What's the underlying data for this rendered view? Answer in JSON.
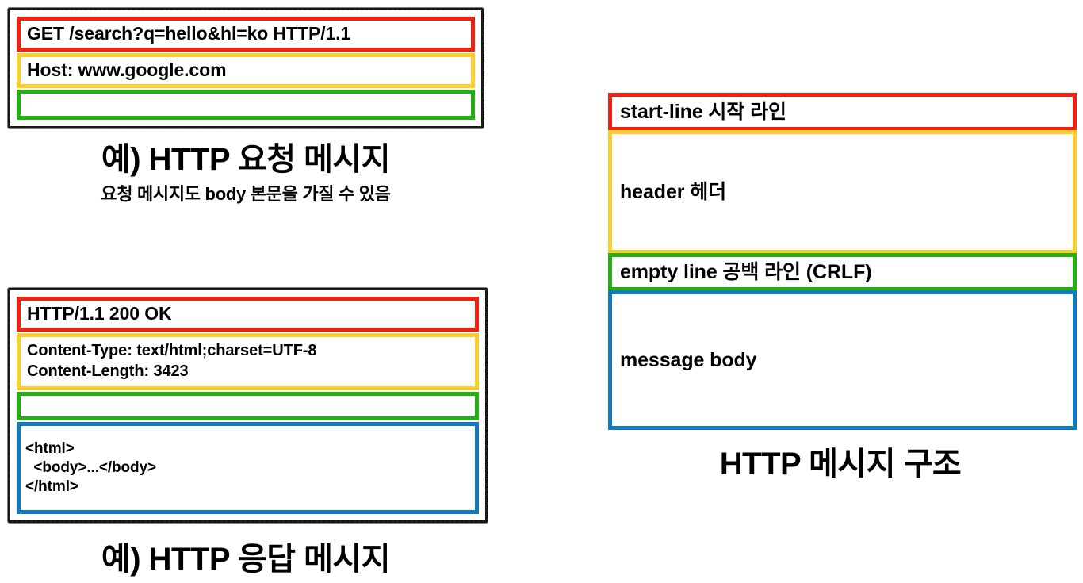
{
  "page": {
    "title": "HTTP 메시지 구조 슬라이드",
    "background": "#FFFFFF"
  },
  "colors": {
    "start_line": "#EE2211",
    "header": "#FBCE2E",
    "empty_line": "#22B014",
    "message_body": "#1279BE",
    "frame": "#111111",
    "text": "#000000"
  },
  "request_example": {
    "caption": "예) HTTP 요청 메시지",
    "subcaption": "요청 메시지도 body 본문을 가질 수 있음",
    "parts": [
      {
        "role": "start-line",
        "color": "#EE2211",
        "text": "GET /search?q=hello&hl=ko HTTP/1.1"
      },
      {
        "role": "header",
        "color": "#FBCE2E",
        "text": "Host: www.google.com"
      },
      {
        "role": "empty-line",
        "color": "#22B014",
        "text": ""
      }
    ]
  },
  "response_example": {
    "caption": "예) HTTP 응답 메시지",
    "parts": [
      {
        "role": "start-line",
        "color": "#EE2211",
        "text": "HTTP/1.1 200 OK"
      },
      {
        "role": "header",
        "color": "#FBCE2E",
        "text": "Content-Type: text/html;charset=UTF-8\nContent-Length: 3423"
      },
      {
        "role": "empty-line",
        "color": "#22B014",
        "text": ""
      },
      {
        "role": "message-body",
        "color": "#1279BE",
        "text": "<html>\n  <body>...</body>\n</html>"
      }
    ]
  },
  "structure_diagram": {
    "caption": "HTTP 메시지 구조",
    "parts": [
      {
        "role": "start-line",
        "color": "#EE2211",
        "text": "start-line 시작 라인"
      },
      {
        "role": "header",
        "color": "#FBCE2E",
        "text": "header 헤더"
      },
      {
        "role": "empty-line",
        "color": "#22B014",
        "text": "empty line 공백 라인 (CRLF)"
      },
      {
        "role": "message-body",
        "color": "#1279BE",
        "text": "message body"
      }
    ]
  }
}
